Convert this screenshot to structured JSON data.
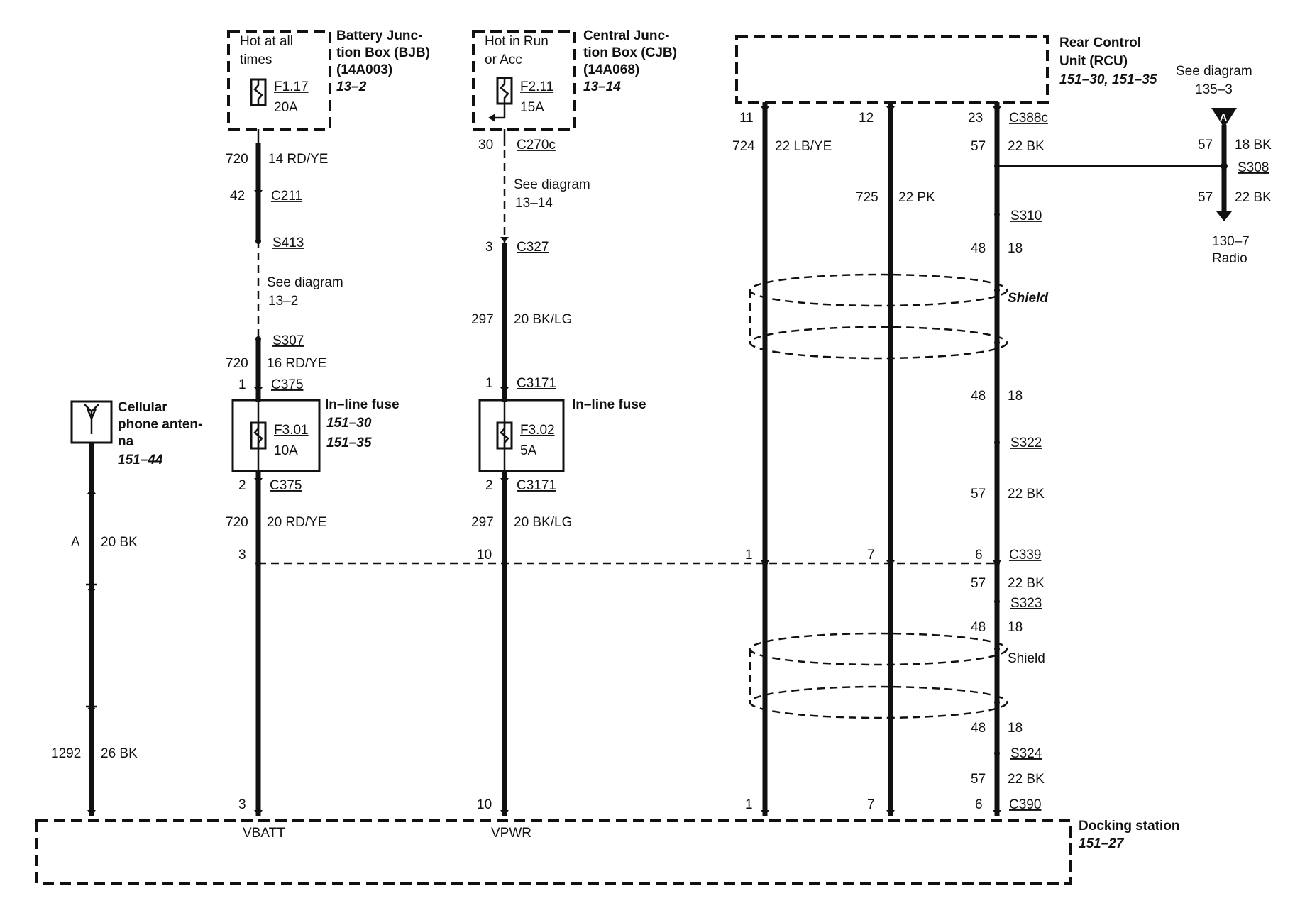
{
  "components": {
    "bjb": {
      "note": [
        "Hot at all",
        "times"
      ],
      "name": [
        "Battery Junc-",
        "tion Box (BJB)",
        "(14A003)"
      ],
      "ref": "13–2",
      "fuse": {
        "id": "F1.17",
        "rating": "20A"
      }
    },
    "cjb": {
      "note": [
        "Hot in Run",
        "or Acc"
      ],
      "name": [
        "Central Junc-",
        "tion Box (CJB)",
        "(14A068)"
      ],
      "ref": "13–14",
      "fuse": {
        "id": "F2.11",
        "rating": "15A"
      }
    },
    "rcu": {
      "name": [
        "Rear Control",
        "Unit (RCU)"
      ],
      "ref": "151–30, 151–35"
    },
    "see_diagram_radio": {
      "label": "See diagram",
      "ref": "135–3",
      "connector": "A",
      "dest": [
        "130–7",
        "Radio"
      ]
    },
    "antenna": {
      "name": [
        "Cellular",
        "phone anten-",
        "na"
      ],
      "ref": "151–44"
    },
    "inline_fuse_1": {
      "name": "In–line fuse",
      "refs": [
        "151–30",
        "151–35"
      ],
      "fuse": {
        "id": "F3.01",
        "rating": "10A"
      }
    },
    "inline_fuse_2": {
      "name": "In–line fuse",
      "fuse": {
        "id": "F3.02",
        "rating": "5A"
      }
    },
    "docking": {
      "name": "Docking station",
      "ref": "151–27",
      "pins": [
        "VBATT",
        "VPWR"
      ]
    }
  },
  "labels": {
    "c1": [
      "720",
      "14 RD/YE",
      "42",
      "C211",
      "S413",
      "See diagram",
      "13–2",
      "S307",
      "720",
      "16 RD/YE",
      "1",
      "C375",
      "2",
      "C375",
      "720",
      "20 RD/YE",
      "3",
      "3"
    ],
    "c2": [
      "30",
      "C270c",
      "See diagram",
      "13–14",
      "3",
      "C327",
      "297",
      "20 BK/LG",
      "1",
      "C3171",
      "2",
      "C3171",
      "297",
      "20 BK/LG",
      "10",
      "10"
    ],
    "c3": [
      "11",
      "724",
      "22 LB/YE",
      "1",
      "1"
    ],
    "c4": [
      "12",
      "725",
      "22 PK",
      "7",
      "7"
    ],
    "c5": [
      "23",
      "C388c",
      "57",
      "22 BK",
      "S310",
      "48",
      "18",
      "Shield",
      "48",
      "18",
      "S322",
      "57",
      "22 BK",
      "6",
      "C339",
      "57",
      "22 BK",
      "S323",
      "48",
      "18",
      "Shield",
      "48",
      "18",
      "S324",
      "57",
      "22 BK",
      "6",
      "C390"
    ],
    "radio": [
      "57",
      "18 BK",
      "S308",
      "57",
      "22 BK"
    ],
    "antenna_wire": [
      "A",
      "20 BK",
      "1292",
      "26 BK"
    ]
  }
}
